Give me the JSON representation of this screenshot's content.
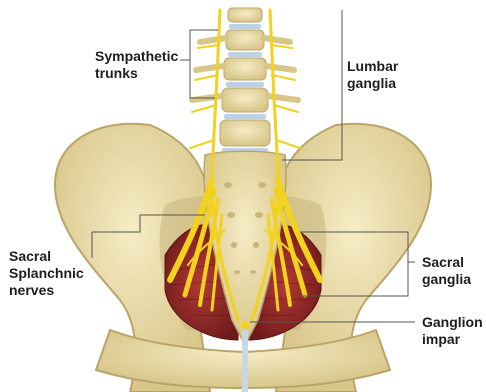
{
  "labels": {
    "sympathetic_trunks": [
      "Sympathetic",
      "trunks"
    ],
    "lumbar_ganglia": [
      "Lumbar",
      "ganglia"
    ],
    "sacral_splanchnic_nerves": [
      "Sacral",
      "Splanchnic",
      "nerves"
    ],
    "sacral_ganglia": [
      "Sacral",
      "ganglia"
    ],
    "ganglion_impar": [
      "Ganglion",
      "impar"
    ]
  },
  "colors": {
    "bone": "#e9ddb0",
    "bone_shadow": "#c7b57c",
    "muscle": "#8e2424",
    "nerve": "#f2d21c",
    "disc": "#bcd0e6",
    "leader_line": "#555555"
  }
}
